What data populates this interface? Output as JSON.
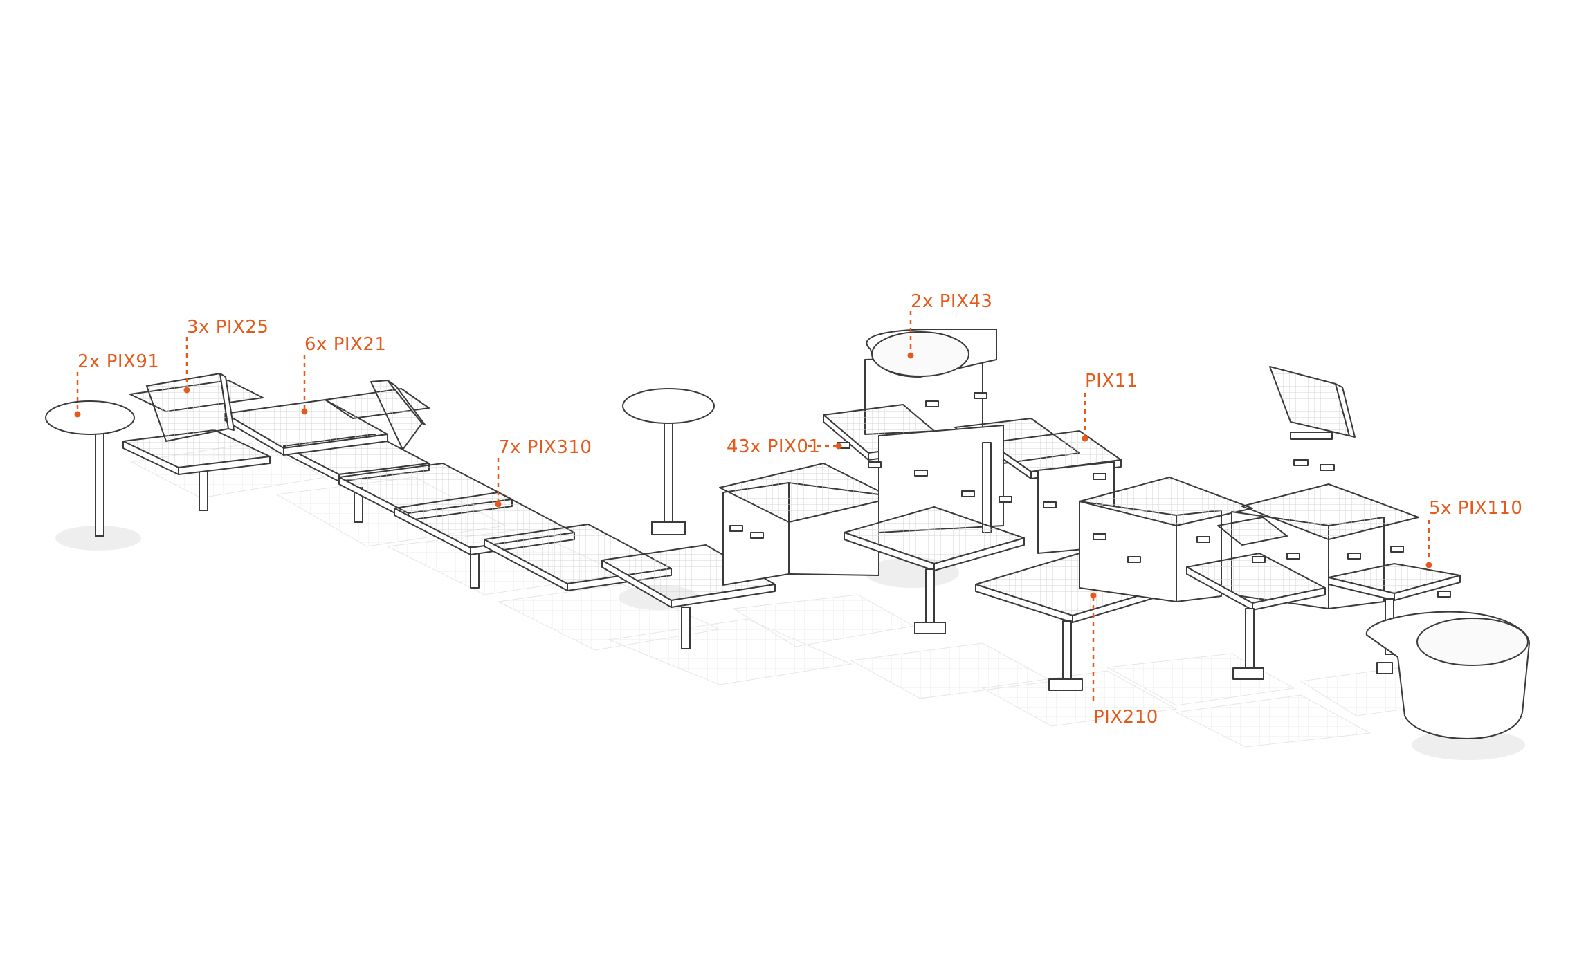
{
  "accent_color": "#e35a1c",
  "line_color": "#3a3a3a",
  "labels": {
    "pix91": "2x PIX91",
    "pix25": "3x PIX25",
    "pix21": "6x PIX21",
    "pix310": "7x PIX310",
    "pix01": "43x PIX01",
    "pix43": "2x PIX43",
    "pix11": "PIX11",
    "pix110": "5x PIX110",
    "pix210": "PIX210"
  }
}
